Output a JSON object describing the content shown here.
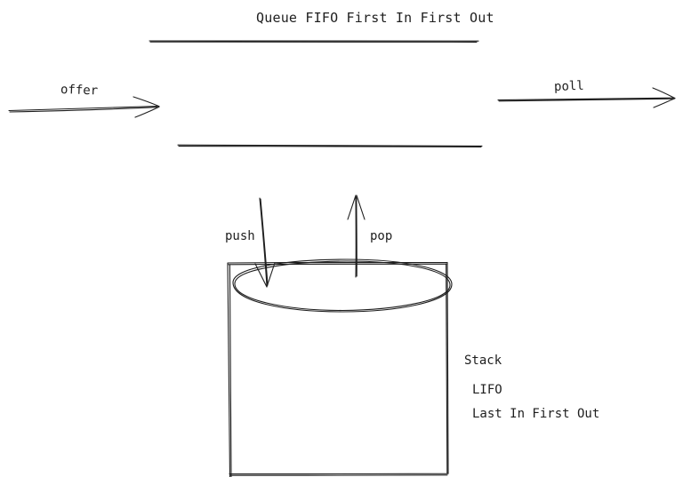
{
  "diagram": {
    "queue": {
      "title": "Queue   FIFO First In First Out",
      "enqueue_label": "offer",
      "dequeue_label": "poll"
    },
    "stack": {
      "push_label": "push",
      "pop_label": "pop",
      "name": "Stack",
      "acronym": "LIFO",
      "expansion": "Last In First Out"
    },
    "colors": {
      "stroke": "#1e1e1e",
      "background": "#ffffff"
    }
  }
}
